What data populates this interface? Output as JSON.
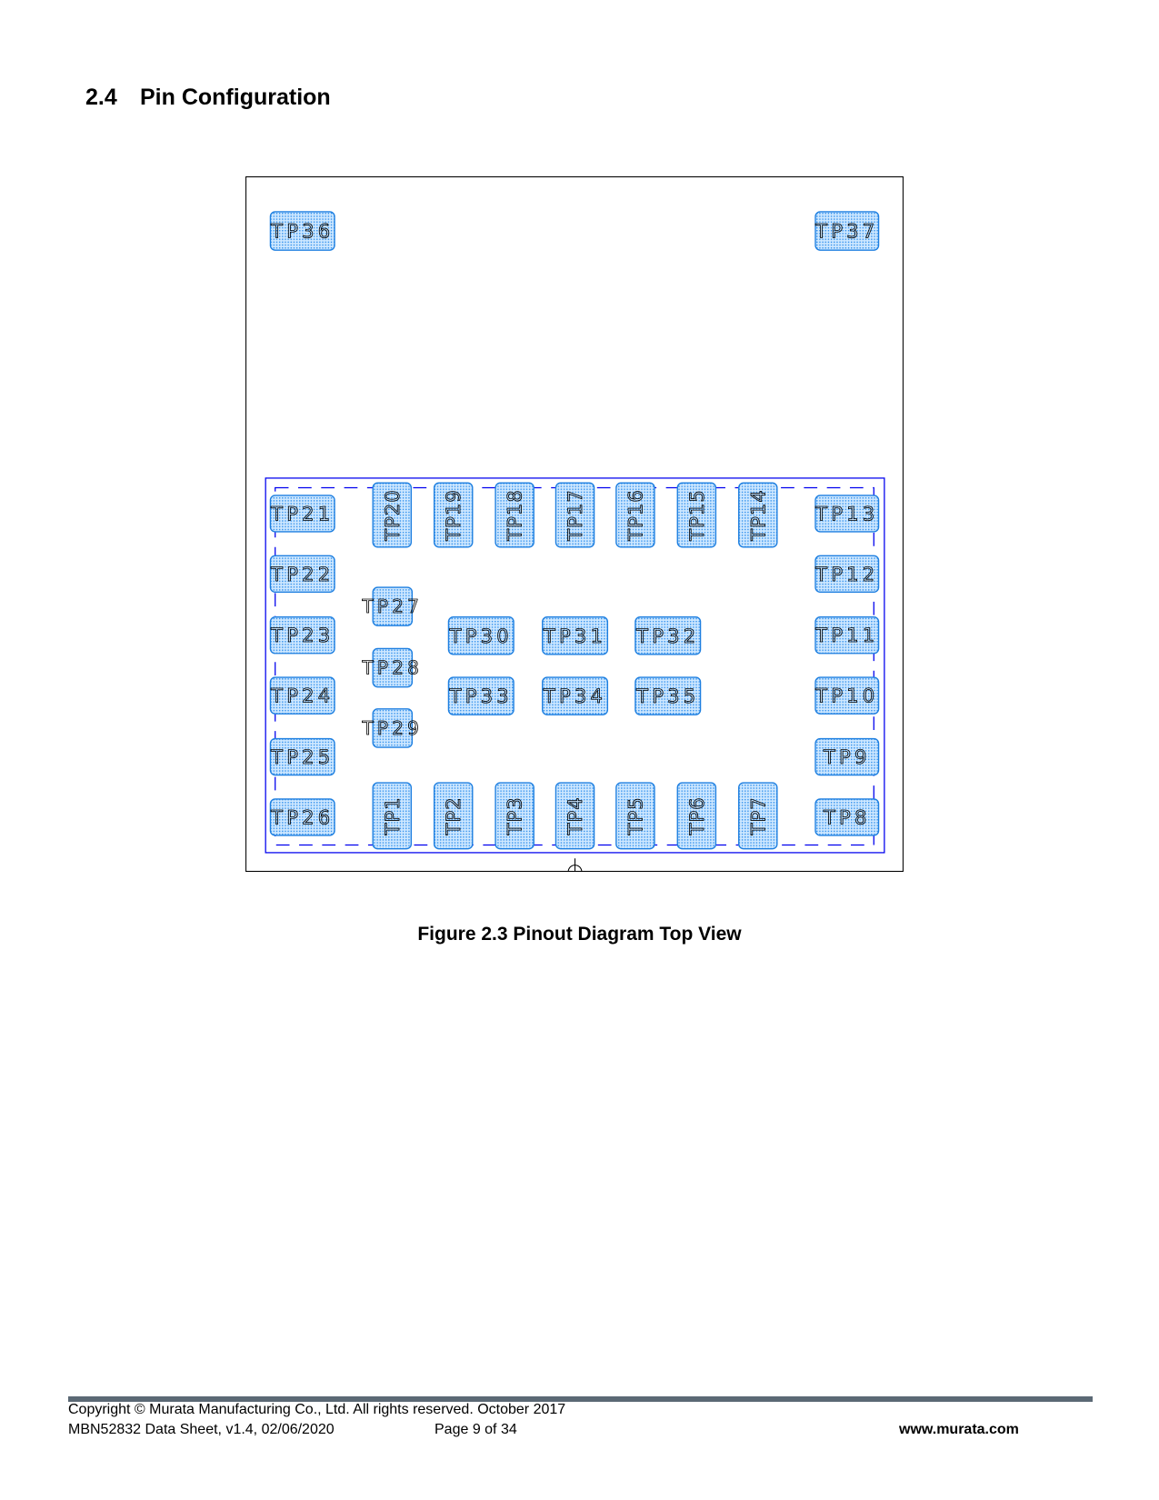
{
  "section": {
    "number": "2.4",
    "title": "Pin Configuration"
  },
  "diagram": {
    "pads": [
      "TP1",
      "TP2",
      "TP3",
      "TP4",
      "TP5",
      "TP6",
      "TP7",
      "TP8",
      "TP9",
      "TP10",
      "TP11",
      "TP12",
      "TP13",
      "TP14",
      "TP15",
      "TP16",
      "TP17",
      "TP18",
      "TP19",
      "TP20",
      "TP21",
      "TP22",
      "TP23",
      "TP24",
      "TP25",
      "TP26",
      "TP27",
      "TP28",
      "TP29",
      "TP30",
      "TP31",
      "TP32",
      "TP33",
      "TP34",
      "TP35",
      "TP36",
      "TP37"
    ],
    "colors": {
      "pad_stroke": "#1e7fe0",
      "pad_fill": "#bfe0ff",
      "outline": "#0000ee"
    }
  },
  "caption": "Figure 2.3 Pinout Diagram Top View",
  "footer": {
    "copyright": "Copyright © Murata Manufacturing Co., Ltd. All rights reserved. October 2017",
    "doc": "MBN52832 Data Sheet, v1.4, 02/06/2020",
    "page": "Page 9 of 34",
    "website": "www.murata.com"
  }
}
